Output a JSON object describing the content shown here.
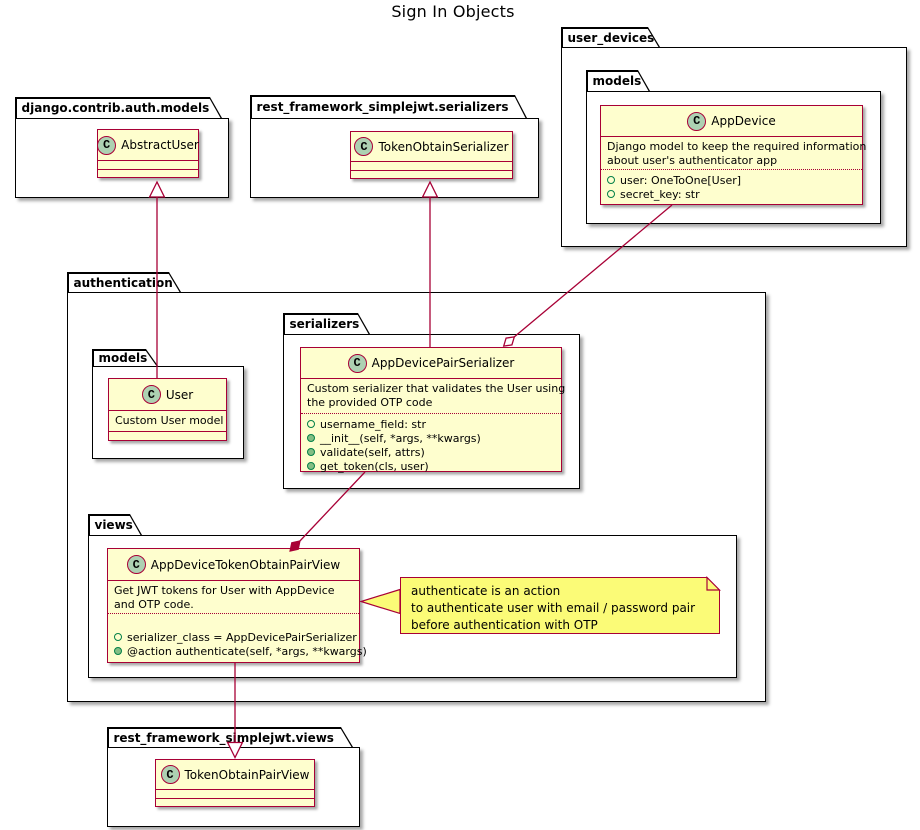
{
  "title": "Sign In Objects",
  "packages": {
    "django_auth_models": {
      "name": "django.contrib.auth.models"
    },
    "jwt_serializers": {
      "name": "rest_framework_simplejwt.serializers"
    },
    "user_devices": {
      "name": "user_devices"
    },
    "user_devices_models": {
      "name": "models"
    },
    "authentication": {
      "name": "authentication"
    },
    "auth_models": {
      "name": "models"
    },
    "auth_serializers": {
      "name": "serializers"
    },
    "auth_views": {
      "name": "views"
    },
    "jwt_views": {
      "name": "rest_framework_simplejwt.views"
    }
  },
  "classes": {
    "abstract_user": {
      "stereotype": "C",
      "name": "AbstractUser"
    },
    "token_obtain_serializer": {
      "stereotype": "C",
      "name": "TokenObtainSerializer"
    },
    "app_device": {
      "stereotype": "C",
      "name": "AppDevice",
      "description": [
        "Django model to keep the required information",
        "about user's authenticator app"
      ],
      "members": [
        {
          "kind": "field",
          "text": "user: OneToOne[User]"
        },
        {
          "kind": "field",
          "text": "secret_key: str"
        }
      ]
    },
    "user": {
      "stereotype": "C",
      "name": "User",
      "description": [
        "Custom User model"
      ]
    },
    "app_device_pair_serializer": {
      "stereotype": "C",
      "name": "AppDevicePairSerializer",
      "description": [
        "Custom serializer that validates the User using",
        "the provided OTP code"
      ],
      "members": [
        {
          "kind": "field",
          "text": "username_field: str"
        },
        {
          "kind": "method",
          "text": "__init__(self, *args, **kwargs)"
        },
        {
          "kind": "method",
          "text": "validate(self, attrs)"
        },
        {
          "kind": "method",
          "text": "get_token(cls, user)"
        }
      ]
    },
    "app_device_token_obtain_pair_view": {
      "stereotype": "C",
      "name": "AppDeviceTokenObtainPairView",
      "description": [
        "Get JWT tokens for User with AppDevice",
        "and OTP code."
      ],
      "members": [
        {
          "kind": "field",
          "text": "serializer_class = AppDevicePairSerializer"
        },
        {
          "kind": "method",
          "text": "@action authenticate(self, *args, **kwargs)"
        }
      ]
    },
    "token_obtain_pair_view": {
      "stereotype": "C",
      "name": "TokenObtainPairView"
    }
  },
  "note": {
    "lines": [
      "authenticate is an action",
      "to authenticate user with email / password pair",
      "before authentication with OTP"
    ]
  },
  "relationships": [
    {
      "from": "User",
      "to": "AbstractUser",
      "type": "extends"
    },
    {
      "from": "AppDevicePairSerializer",
      "to": "TokenObtainSerializer",
      "type": "extends"
    },
    {
      "from": "AppDevice",
      "to": "AppDevicePairSerializer",
      "type": "aggregation"
    },
    {
      "from": "AppDevicePairSerializer",
      "to": "AppDeviceTokenObtainPairView",
      "type": "composition"
    },
    {
      "from": "AppDeviceTokenObtainPairView",
      "to": "TokenObtainPairView",
      "type": "extends"
    },
    {
      "from": "note",
      "to": "AppDeviceTokenObtainPairView",
      "type": "note-attachment"
    }
  ],
  "colors": {
    "class_fill": "#FEFECE",
    "class_border": "#A80036",
    "edge": "#A80036",
    "note_fill": "#FBFB77",
    "class_icon_circle": "#ADD1B2",
    "field_icon": "#038048",
    "method_icon": "#84BE84",
    "package_border": "#000000"
  }
}
